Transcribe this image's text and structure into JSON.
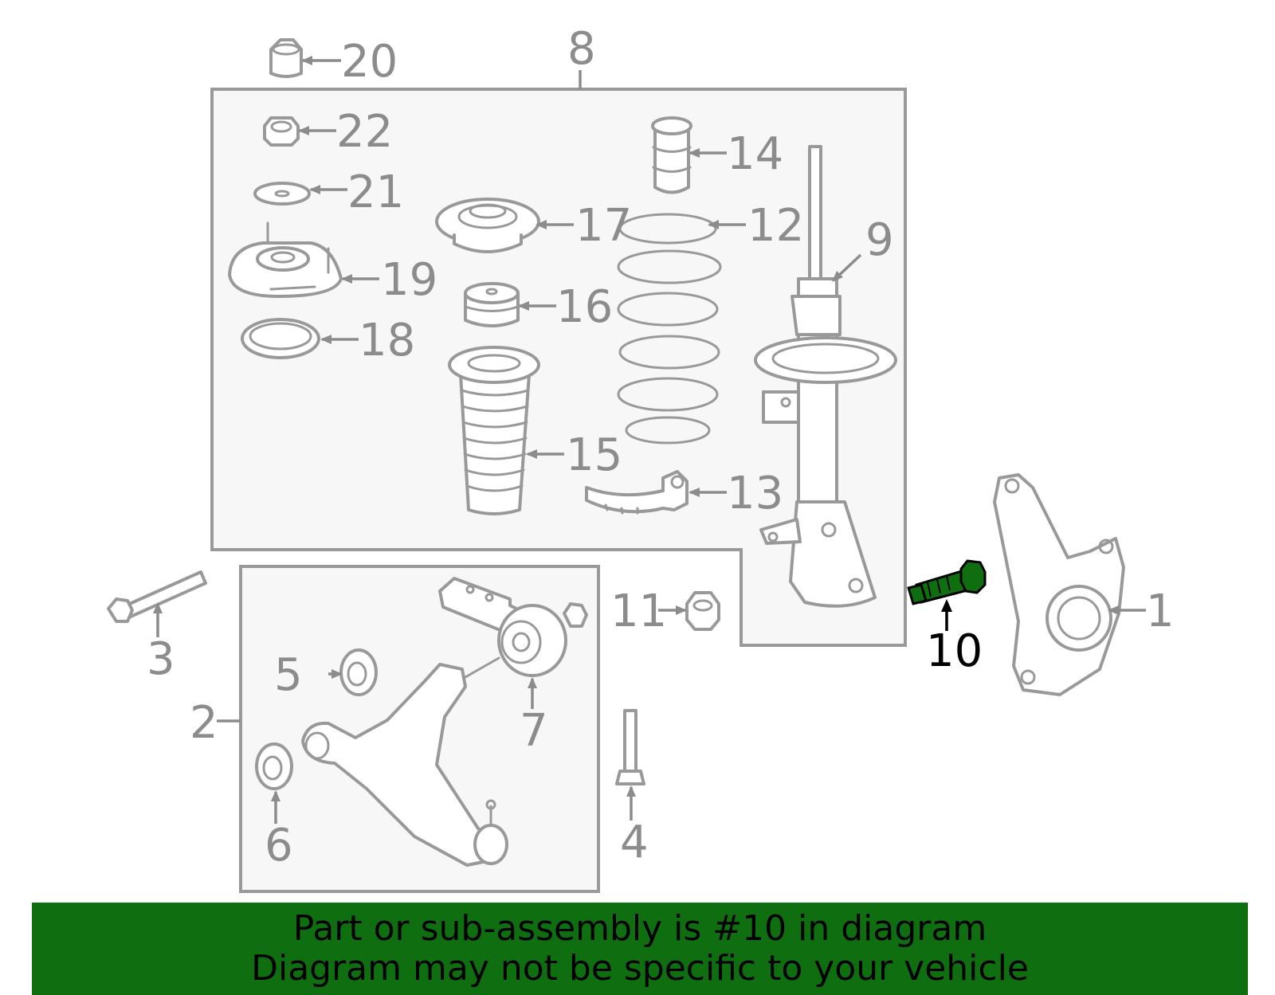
{
  "diagram": {
    "highlight_color": "#0f6e0f",
    "highlighted_part": "10",
    "callouts": {
      "c1": "1",
      "c2": "2",
      "c3": "3",
      "c4": "4",
      "c5": "5",
      "c6": "6",
      "c7": "7",
      "c8": "8",
      "c9": "9",
      "c10": "10",
      "c11": "11",
      "c12": "12",
      "c13": "13",
      "c14": "14",
      "c15": "15",
      "c16": "16",
      "c17": "17",
      "c18": "18",
      "c19": "19",
      "c20": "20",
      "c21": "21",
      "c22": "22"
    }
  },
  "banner": {
    "line1": "Part or sub-assembly is #10 in diagram",
    "line2": "Diagram may not be specific to your vehicle",
    "background": "#0f6e0f"
  }
}
